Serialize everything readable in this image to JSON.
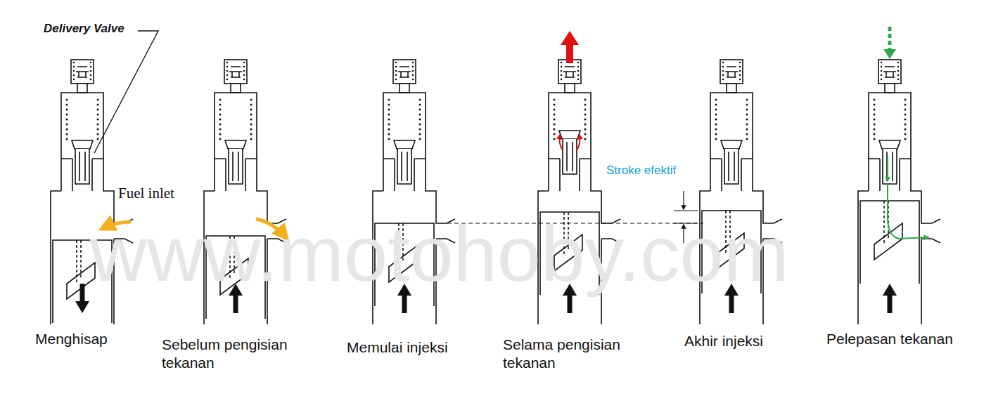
{
  "diagram": {
    "labels": [
      "Delivery Valve",
      "Fuel inlet",
      "Stroke efektif",
      "www.motohoby.com",
      "Menghisap",
      "Sebelum pengisian tekanan",
      "Memulai injeksi",
      "Selama pengisian tekanan",
      "Akhir injeksi",
      "Pelepasan tekanan"
    ]
  }
}
